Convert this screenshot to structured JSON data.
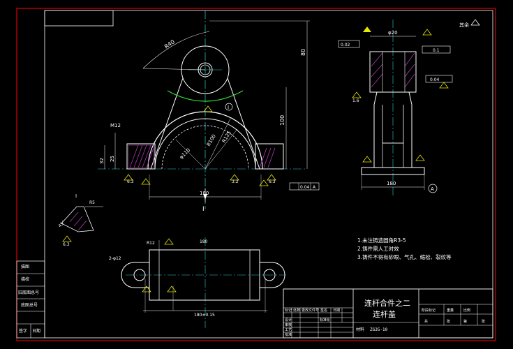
{
  "notes": {
    "n1": "1.未注铸造圆角R3-5",
    "n2": "2.铸件需人工时效",
    "n3": "3.铸件不得有砂眼、气孔、缩松、裂纹等"
  },
  "title_block": {
    "part_name_line1": "连杆合件之二",
    "part_name_line2": "连杆盖",
    "material_label": "材料",
    "material_value": "ZG35-10",
    "row_labels": [
      "设计",
      "审核",
      "工艺",
      "批准"
    ],
    "header_cells": [
      "标记",
      "处数",
      "更改文件号",
      "签名",
      "日期"
    ],
    "stage_header": [
      "阶段标记",
      "重量",
      "比例"
    ],
    "sheet_cells": [
      "共",
      "张",
      "第",
      "张"
    ],
    "standard_label": "标准化"
  },
  "left_stamp": {
    "cells": [
      "描图",
      "描校",
      "旧底图总号",
      "底图总号",
      "签字",
      "日期"
    ]
  },
  "roughness_top_right": "其余",
  "dims": {
    "r_top": "R40",
    "height_total": "80",
    "h2": "100",
    "r_big": "R125",
    "r_inner": "R100",
    "phi_bore": "φ110",
    "width_main": "180",
    "tol_a": "0.02",
    "tol_b": "0.04",
    "tol_c": "0.1",
    "side_w": "25",
    "side_h": "32",
    "angle": "45°",
    "bottom_len": "180±0.15",
    "hole": "2-φ12",
    "rough_val": "6.3",
    "rough_val2": "3.2",
    "rough_val3": "1.6",
    "section_mark": "I",
    "detail_mark": "I",
    "datum": "A",
    "phi20": "φ20",
    "r12": "R12",
    "m12": "M12",
    "r5": "R5"
  }
}
